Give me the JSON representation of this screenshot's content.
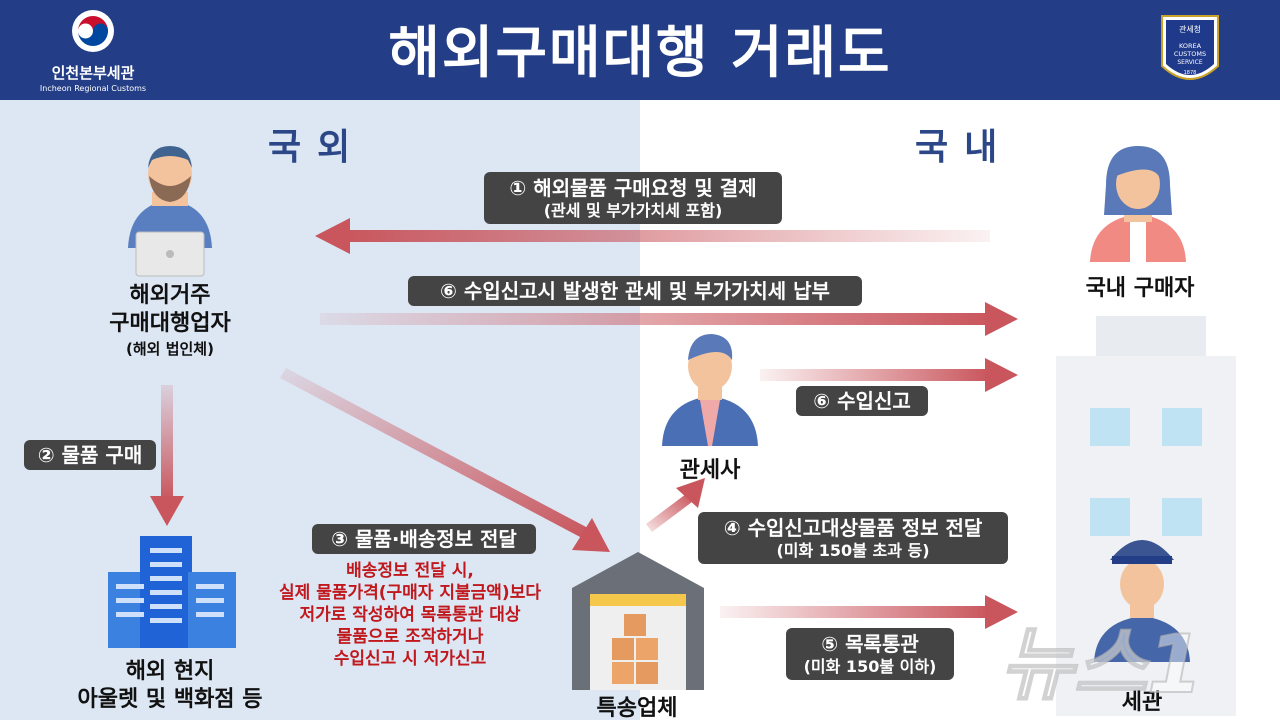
{
  "header": {
    "title": "해외구매대행 거래도",
    "org_name": "인천본부세관",
    "org_name_en": "Incheon Regional Customs",
    "right_emblem": {
      "top": "관세청",
      "l1": "KOREA",
      "l2": "CUSTOMS",
      "l3": "SERVICE",
      "year": "1878"
    }
  },
  "regions": {
    "overseas": "국외",
    "domestic": "국내"
  },
  "actors": {
    "agent": {
      "line1": "해외거주",
      "line2": "구매대행업자",
      "line3": "(해외 법인체)"
    },
    "buyer": {
      "label": "국내 구매자"
    },
    "broker": {
      "label": "관세사"
    },
    "store": {
      "line1": "해외 현지",
      "line2": "아울렛 및 백화점 등"
    },
    "courier": {
      "label": "특송업체"
    },
    "customs": {
      "label": "세관"
    }
  },
  "steps": {
    "s1": {
      "l1": "① 해외물품 구매요청 및 결제",
      "l2": "(관세 및 부가가치세 포함)"
    },
    "s6a": {
      "l1": "⑥ 수입신고시 발생한 관세 및 부가가치세 납부"
    },
    "s6b": {
      "l1": "⑥ 수입신고"
    },
    "s2": {
      "l1": "② 물품 구매"
    },
    "s3": {
      "l1": "③ 물품·배송정보 전달"
    },
    "s4": {
      "l1": "④ 수입신고대상물품 정보 전달",
      "l2": "(미화 150불 초과 등)"
    },
    "s5": {
      "l1": "⑤  목록통관",
      "l2": "(미화 150불 이하)"
    }
  },
  "note": {
    "lines": [
      "배송정보 전달 시,",
      "실제 물품가격(구매자 지불금액)보다",
      "저가로 작성하여 목록통관 대상",
      "물품으로 조작하거나",
      "수입신고 시 저가신고"
    ]
  },
  "watermark": "뉴스1",
  "colors": {
    "header": "#233e86",
    "left_bg": "#dde6f3",
    "arrow": "#c97b80",
    "pill": "#444444",
    "note": "#c0181c"
  }
}
